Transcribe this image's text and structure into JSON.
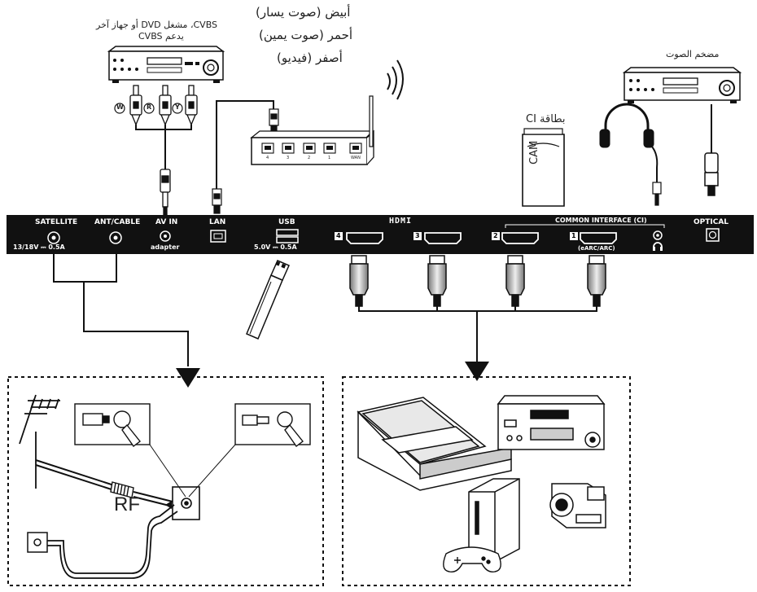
{
  "labels": {
    "cvbs_line1": "CVBS، مشغل DVD أو جهاز آخر",
    "cvbs_line2": "يدعم CVBS",
    "rca_white": "أبيض (صوت يسار)",
    "rca_red": "أحمر (صوت يمين)",
    "rca_yellow": "أصفر (فيديو)",
    "ci_card": "بطاقة CI",
    "amplifier": "مضخم الصوت",
    "cam": "CAM",
    "rf": "RF",
    "plug_w": "W",
    "plug_r": "R",
    "plug_y": "Y"
  },
  "panel": {
    "satellite": "SATELLITE",
    "satellite_spec": "13/18V ⎓ 0.5A",
    "ant_cable": "ANT/CABLE",
    "av_in": "AV IN",
    "av_in_sub": "adapter",
    "lan": "LAN",
    "usb": "USB",
    "usb_spec": "5.0V ⎓ 0.5A",
    "hdmi_logo": "HDMI",
    "common_interface": "COMMON INTERFACE (CI)",
    "earc": "(eARC/ARC)",
    "optical": "OPTICAL",
    "hdmi_ports": [
      "4",
      "3",
      "2",
      "1"
    ]
  },
  "router": {
    "ports": [
      "4",
      "3",
      "2",
      "1",
      "WAN"
    ]
  }
}
